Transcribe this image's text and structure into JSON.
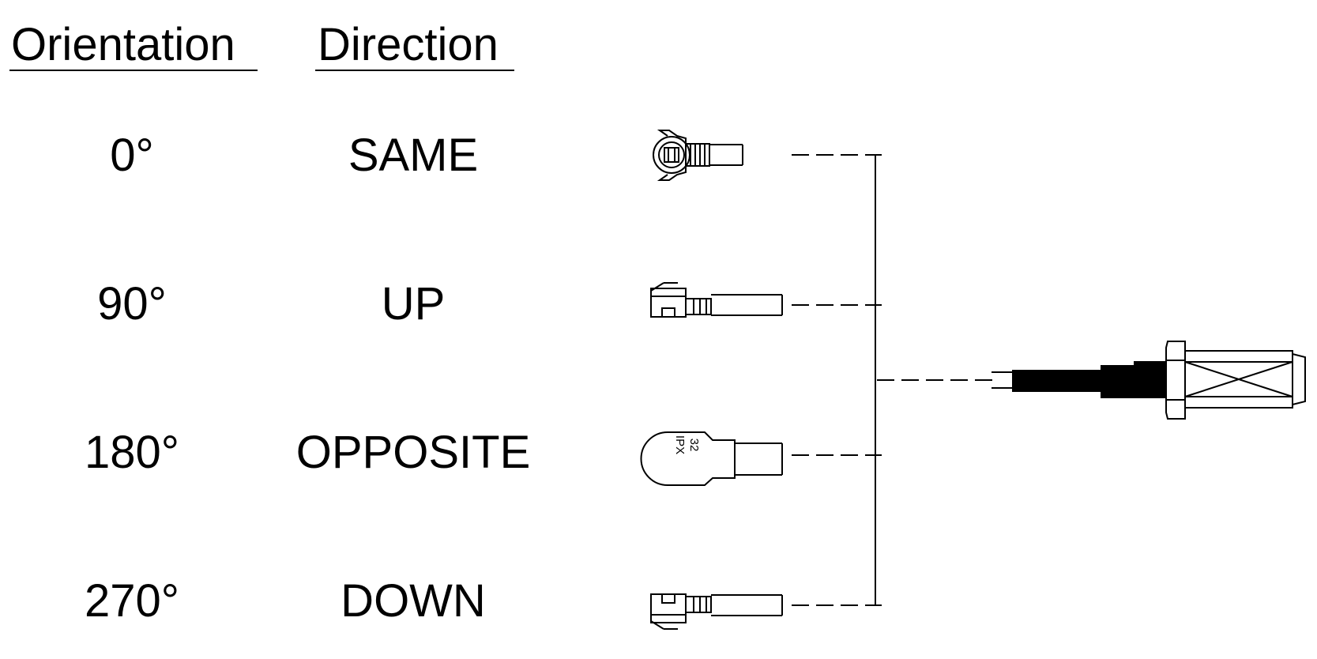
{
  "headers": {
    "orientation": "Orientation",
    "direction": "Direction"
  },
  "rows": [
    {
      "orientation": "0°",
      "direction": "SAME"
    },
    {
      "orientation": "90°",
      "direction": "UP"
    },
    {
      "orientation": "180°",
      "direction": "OPPOSITE"
    },
    {
      "orientation": "270°",
      "direction": "DOWN"
    }
  ],
  "connector_label": "IPX",
  "connector_label_number": "32"
}
